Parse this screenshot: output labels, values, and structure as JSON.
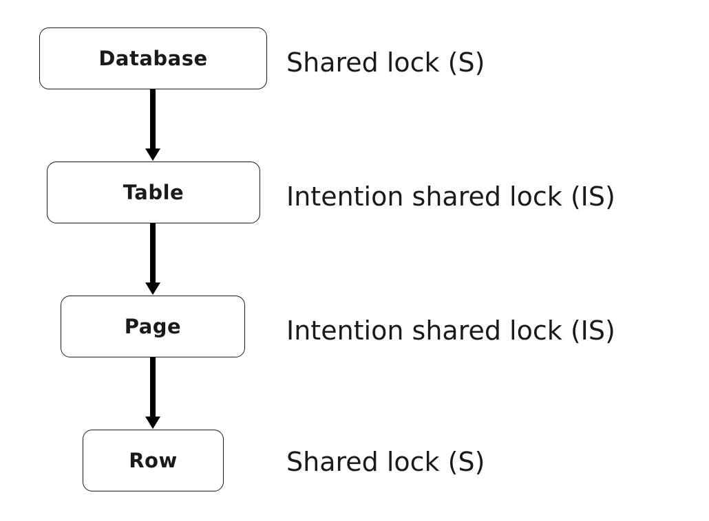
{
  "levels": [
    {
      "node": "Database",
      "lock": "Shared lock (S)"
    },
    {
      "node": "Table",
      "lock": "Intention shared lock (IS)"
    },
    {
      "node": "Page",
      "lock": "Intention shared lock (IS)"
    },
    {
      "node": "Row",
      "lock": "Shared lock (S)"
    }
  ],
  "colors": {
    "stroke": "#1a1a1a",
    "background": "#ffffff"
  }
}
